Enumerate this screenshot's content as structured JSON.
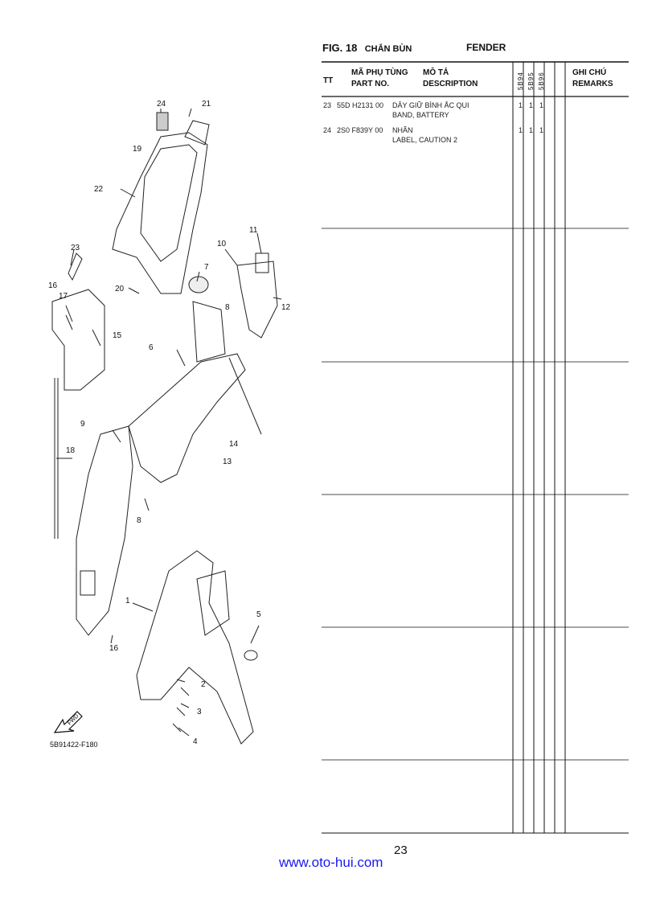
{
  "header": {
    "fig_label": "FIG. 18",
    "title_vn": "CHẮN BÙN",
    "title_en": "FENDER"
  },
  "table_header": {
    "tt": "TT",
    "part_no_vn": "MÃ PHỤ TÙNG",
    "part_no_en": "PART NO.",
    "desc_vn": "MÔ TẢ",
    "desc_en": "DESCRIPTION",
    "models": [
      "5B94",
      "5B95",
      "5B96"
    ],
    "remarks_vn": "GHI CHÚ",
    "remarks_en": "REMARKS"
  },
  "rows": [
    {
      "tt": "23",
      "part_no": "55D H2131 00",
      "desc_vn": "DÂY GIỮ BÌNH ẮC QUI",
      "desc_en": "BAND, BATTERY",
      "q1": "1",
      "q2": "1",
      "q3": "1"
    },
    {
      "tt": "24",
      "part_no": "2S0 F839Y 00",
      "desc_vn": "NHÃN",
      "desc_en": "LABEL, CAUTION 2",
      "q1": "1",
      "q2": "1",
      "q3": "1"
    }
  ],
  "diagram": {
    "code": "5B91422-F180",
    "fwd_label": "FWD",
    "callouts": [
      "1",
      "2",
      "3",
      "4",
      "5",
      "6",
      "7",
      "8",
      "8",
      "9",
      "10",
      "11",
      "12",
      "13",
      "14",
      "15",
      "16",
      "16",
      "17",
      "18",
      "19",
      "20",
      "21",
      "22",
      "23",
      "24"
    ]
  },
  "footer": {
    "page_number": "23",
    "website": "www.oto-hui.com"
  }
}
